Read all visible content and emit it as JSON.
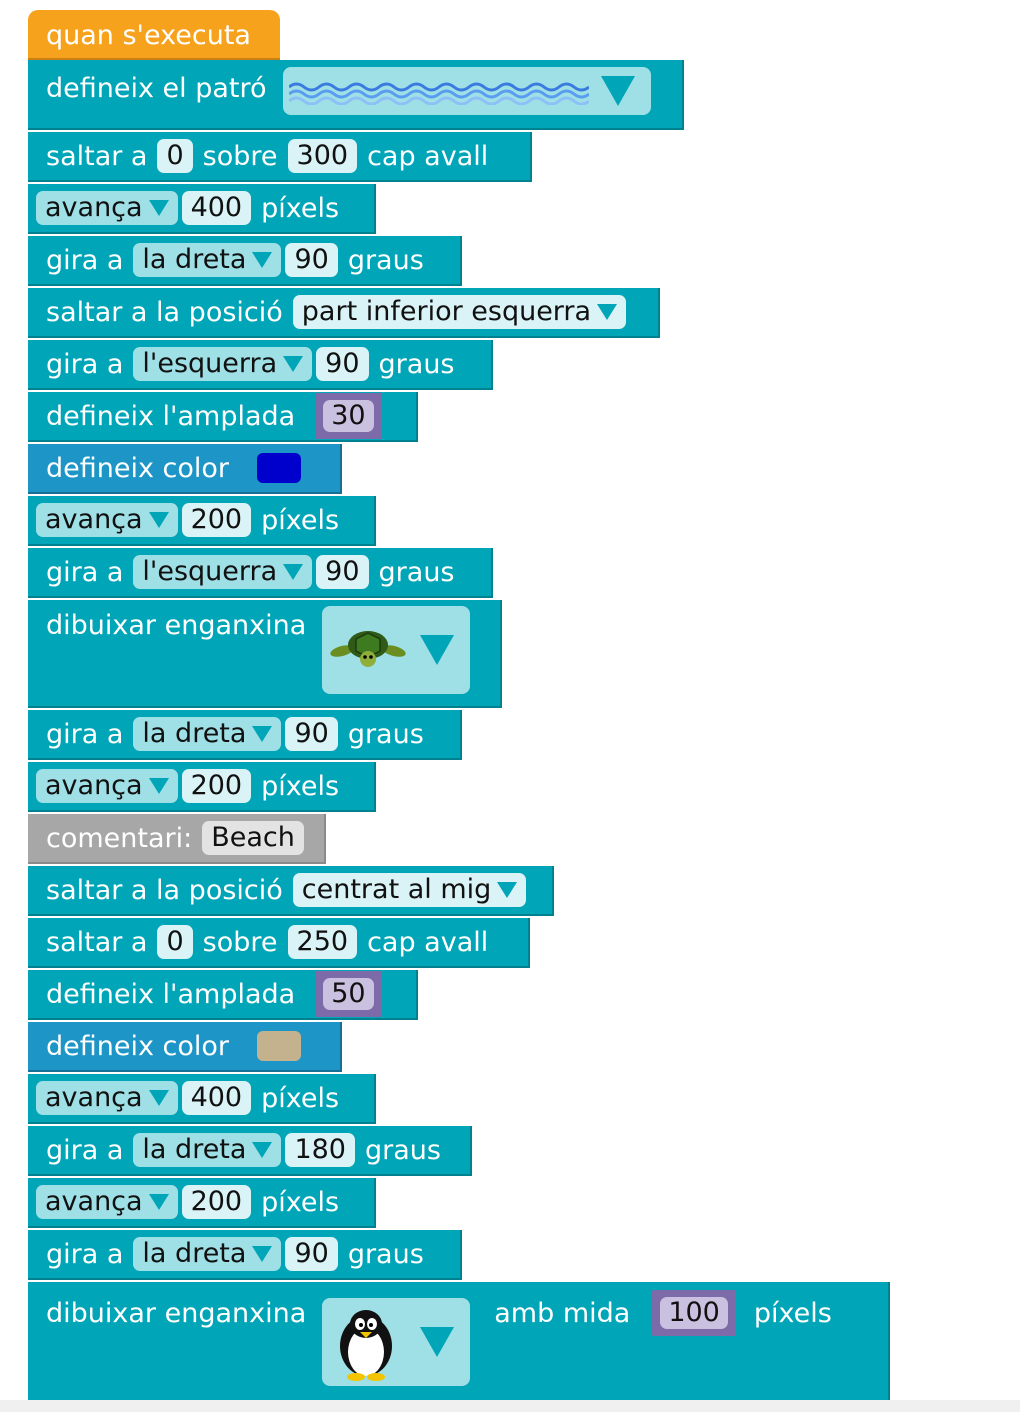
{
  "hat": {
    "label": "quan s'executa"
  },
  "blocks": {
    "pattern": {
      "label": "defineix el patró"
    },
    "jump1": {
      "label1": "saltar a",
      "x": "0",
      "label2": "sobre",
      "y": "300",
      "label3": "cap avall"
    },
    "move1": {
      "dir": "avança",
      "dist": "400",
      "unit": "píxels"
    },
    "turn1": {
      "label": "gira a",
      "dir": "la dreta",
      "deg": "90",
      "unit": "graus"
    },
    "jumppos1": {
      "label": "saltar a la posició",
      "pos": "part inferior esquerra"
    },
    "turn2": {
      "label": "gira a",
      "dir": "l'esquerra",
      "deg": "90",
      "unit": "graus"
    },
    "width1": {
      "label": "defineix l'amplada",
      "value": "30"
    },
    "color1": {
      "label": "defineix color",
      "color": "#0000cc"
    },
    "move2": {
      "dir": "avança",
      "dist": "200",
      "unit": "píxels"
    },
    "turn3": {
      "label": "gira a",
      "dir": "l'esquerra",
      "deg": "90",
      "unit": "graus"
    },
    "sticker1": {
      "label": "dibuixar enganxina",
      "icon": "turtle-icon"
    },
    "turn4": {
      "label": "gira a",
      "dir": "la dreta",
      "deg": "90",
      "unit": "graus"
    },
    "move3": {
      "dir": "avança",
      "dist": "200",
      "unit": "píxels"
    },
    "comment": {
      "label": "comentari:",
      "text": "Beach"
    },
    "jumppos2": {
      "label": "saltar a la posició",
      "pos": "centrat al mig"
    },
    "jump2": {
      "label1": "saltar a",
      "x": "0",
      "label2": "sobre",
      "y": "250",
      "label3": "cap avall"
    },
    "width2": {
      "label": "defineix l'amplada",
      "value": "50"
    },
    "color2": {
      "label": "defineix color",
      "color": "#c4b28e"
    },
    "move4": {
      "dir": "avança",
      "dist": "400",
      "unit": "píxels"
    },
    "turn5": {
      "label": "gira a",
      "dir": "la dreta",
      "deg": "180",
      "unit": "graus"
    },
    "move5": {
      "dir": "avança",
      "dist": "200",
      "unit": "píxels"
    },
    "turn6": {
      "label": "gira a",
      "dir": "la dreta",
      "deg": "90",
      "unit": "graus"
    },
    "sticker2": {
      "label": "dibuixar enganxina",
      "icon": "penguin-icon",
      "label2": "amb mida",
      "size": "100",
      "unit": "píxels"
    }
  }
}
